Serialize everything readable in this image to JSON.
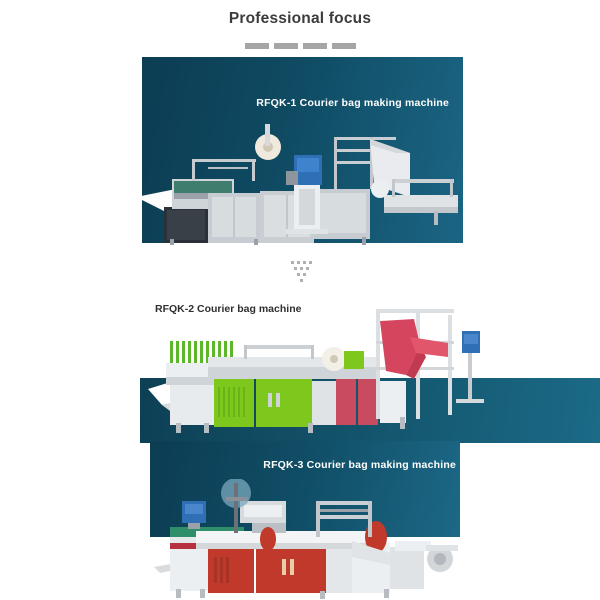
{
  "header": {
    "title": "Professional focus",
    "divider_dash_count": 4,
    "divider_dash_color": "#a6a6a6",
    "title_color": "#3c3c3c"
  },
  "divider": {
    "dot_cluster_color": "#b0b0b0",
    "dot_rows": [
      4,
      3,
      2,
      1
    ]
  },
  "sections": [
    {
      "id": "sec1",
      "label": "RFQK-1 Courier bag making machine",
      "label_color": "#ffffff",
      "panel_gradient_from": "#0c3d53",
      "panel_gradient_to": "#1b6584",
      "machine_accent": "#2f6fb5",
      "machine_body": "#c9ced3"
    },
    {
      "id": "sec2",
      "label": "RFQK-2 Courier bag machine",
      "label_color": "#2f2f2f",
      "panel_gradient_from": "#0d4055",
      "panel_gradient_to": "#1b6a87",
      "machine_accent": "#7ec81e",
      "machine_body": "#eceff1"
    },
    {
      "id": "sec3",
      "label": "RFQK-3 Courier bag making machine",
      "label_color": "#ffffff",
      "panel_gradient_from": "#0c3d53",
      "panel_gradient_to": "#1c6886",
      "machine_accent": "#c0392b",
      "machine_body": "#e8eaec"
    }
  ]
}
